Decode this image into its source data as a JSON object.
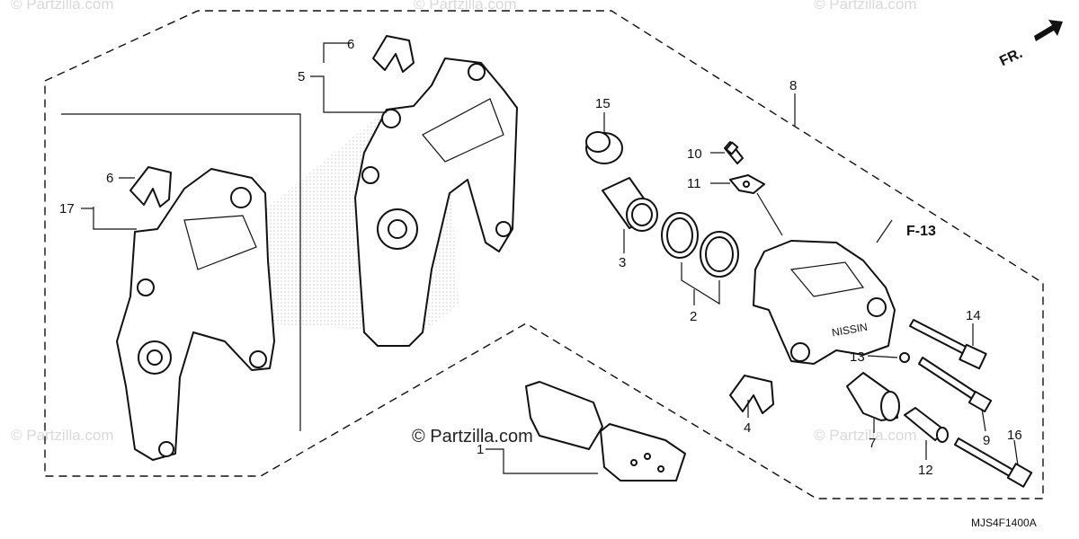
{
  "watermarks": [
    "© Partzilla.com",
    "© Partzilla.com",
    "© Partzilla.com",
    "© Partzilla.com",
    "© Partzilla.com"
  ],
  "copyright": "© Partzilla.com",
  "direction_marker": "FR.",
  "reference_marker": "F-13",
  "diagram_code": "MJS4F1400A",
  "callouts": {
    "c1": "1",
    "c2": "2",
    "c3": "3",
    "c4": "4",
    "c5": "5",
    "c6a": "6",
    "c6b": "6",
    "c7": "7",
    "c8": "8",
    "c9": "9",
    "c10": "10",
    "c11": "11",
    "c12": "12",
    "c13": "13",
    "c14": "14",
    "c15": "15",
    "c16": "16",
    "c17": "17"
  },
  "colors": {
    "line": "#111111",
    "watermark": "#d9d9d9",
    "background": "#ffffff"
  }
}
